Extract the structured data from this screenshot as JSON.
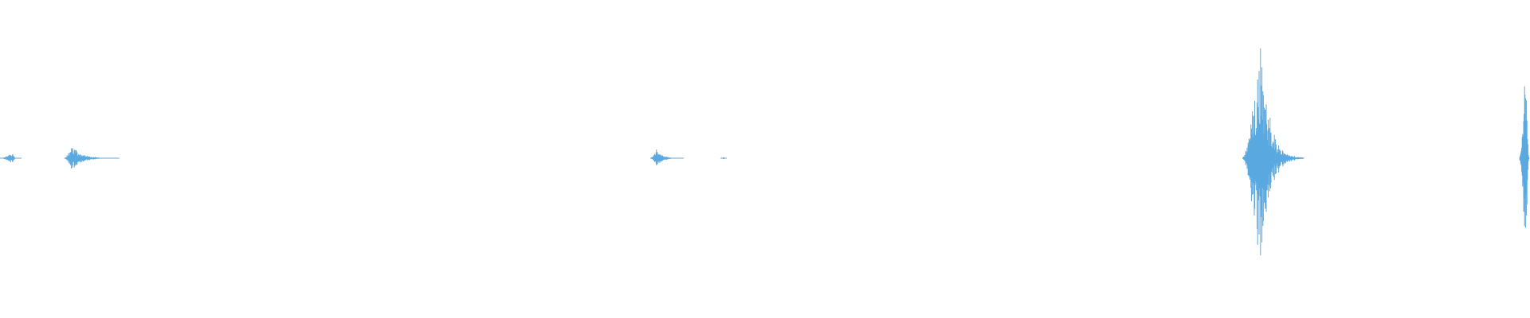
{
  "colors": {
    "background": "#ffffff",
    "waveform": "#5aa9e0"
  },
  "waveform": {
    "amplitude_range": [
      -1,
      1
    ],
    "bursts": [
      {
        "start": 0.0,
        "peak": 0.008,
        "end": 0.014,
        "amplitude": 0.04
      },
      {
        "start": 0.042,
        "peak": 0.047,
        "end": 0.078,
        "amplitude": 0.1
      },
      {
        "start": 0.425,
        "peak": 0.429,
        "end": 0.447,
        "amplitude": 0.08
      },
      {
        "start": 0.471,
        "peak": 0.473,
        "end": 0.475,
        "amplitude": 0.01
      },
      {
        "start": 0.812,
        "peak": 0.824,
        "end": 0.852,
        "amplitude": 0.9
      },
      {
        "start": 0.993,
        "peak": 0.998,
        "end": 1.0,
        "amplitude": 0.98
      }
    ]
  }
}
